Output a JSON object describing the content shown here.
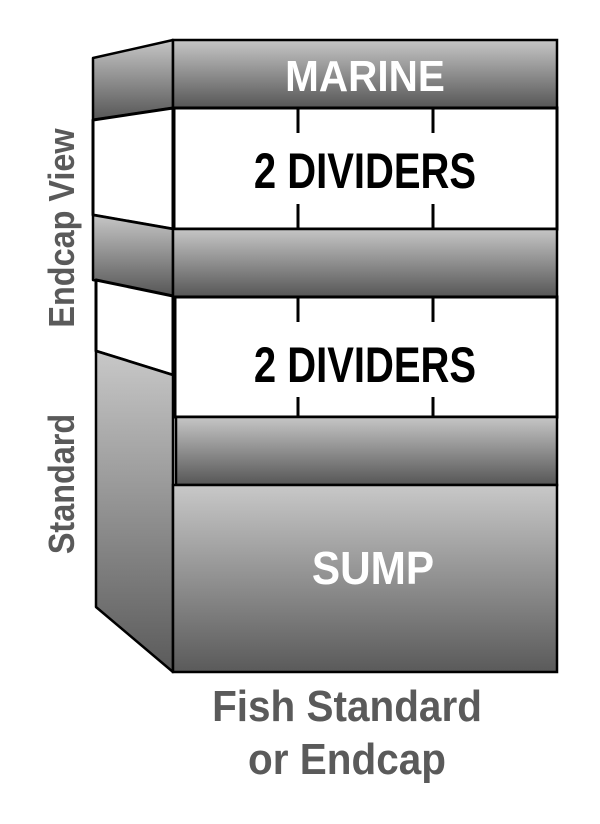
{
  "diagram": {
    "sections": [
      {
        "id": "marine",
        "label": "MARINE",
        "kind": "band"
      },
      {
        "id": "tank-1",
        "label": "2 DIVIDERS",
        "kind": "window",
        "dividers": 2
      },
      {
        "id": "band-2",
        "label": "",
        "kind": "band"
      },
      {
        "id": "tank-2",
        "label": "2 DIVIDERS",
        "kind": "window",
        "dividers": 2
      },
      {
        "id": "band-3",
        "label": "",
        "kind": "band"
      },
      {
        "id": "sump",
        "label": "SUMP",
        "kind": "base"
      }
    ],
    "side_labels": {
      "upper": "Endcap View",
      "lower": "Standard"
    },
    "caption": {
      "line1": "Fish Standard",
      "line2": "or Endcap"
    },
    "colors": {
      "outline": "#000000",
      "gray_light": "#c4c4c4",
      "gray_dark": "#585858",
      "label_gray": "#5a5a5a",
      "white_text": "#ffffff"
    }
  }
}
